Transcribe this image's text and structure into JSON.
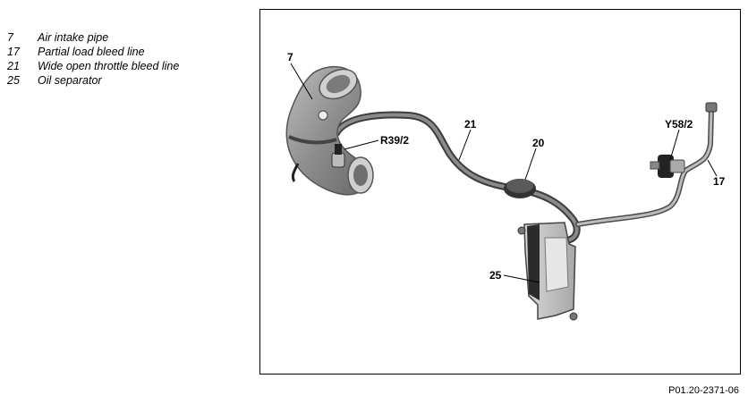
{
  "legend": [
    {
      "num": "7",
      "text": "Air intake pipe"
    },
    {
      "num": "17",
      "text": "Partial load bleed line"
    },
    {
      "num": "21",
      "text": "Wide open throttle bleed line"
    },
    {
      "num": "25",
      "text": "Oil separator"
    }
  ],
  "callouts": {
    "c7": "7",
    "c21": "21",
    "c20": "20",
    "cR39": "R39/2",
    "cY58": "Y58/2",
    "c17": "17",
    "c25": "25"
  },
  "figure_id": "P01.20-2371-06",
  "colors": {
    "part_fill": "#9a9a9a",
    "part_dark": "#3c3c3c",
    "part_light": "#c8c8c8",
    "leader": "#000000"
  }
}
